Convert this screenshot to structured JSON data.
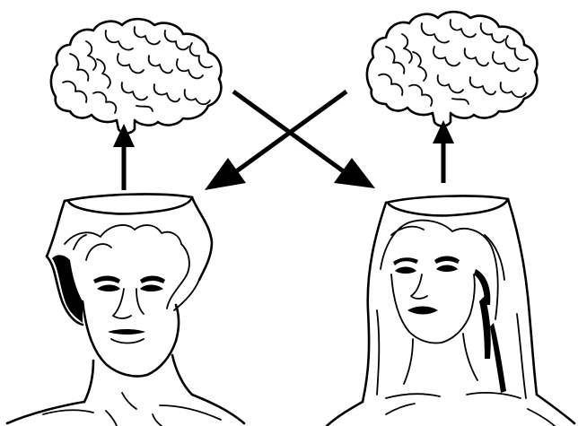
{
  "figure": {
    "type": "illustration",
    "background_color": "#ffffff",
    "ink_color": "#000000",
    "elements": {
      "left_brain": "brain-icon",
      "right_brain": "brain-icon",
      "left_head": "male-head-open-top",
      "right_head": "female-head-open-top",
      "left_up_arrow": "arrow-up-icon",
      "right_up_arrow": "arrow-up-icon",
      "crossing_arrows": "arrow-cross-swap-icon"
    }
  }
}
